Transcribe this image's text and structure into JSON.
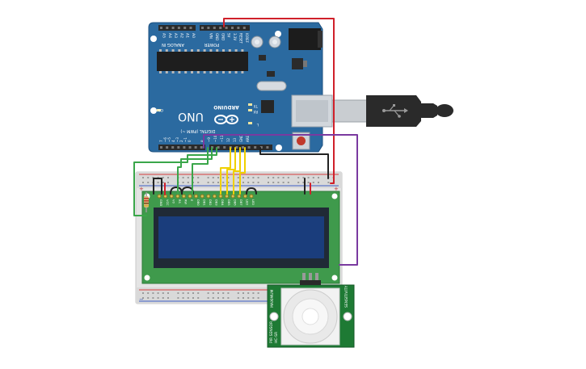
{
  "arduino": {
    "analog_header": "ANALOG IN",
    "analog_pins": [
      "A5",
      "A4",
      "A3",
      "A2",
      "A1",
      "A0"
    ],
    "power_header": "POWER",
    "power_pins": [
      "VIN",
      "GND",
      "GND",
      "5V",
      "3.3V",
      "RESET",
      "IOREF"
    ],
    "on_label": "ON",
    "brand": "ARDUINO",
    "model": "UNO",
    "digital_header": "DIGITAL (PWM ~)",
    "digital_pins": [
      "0",
      "~1",
      "2",
      "~3",
      "4",
      "~5",
      "~6",
      "7",
      "8",
      "~9",
      "~10",
      "~11",
      "12",
      "13",
      "GND",
      "AREF"
    ],
    "leds": [
      "TX",
      "RX",
      "L"
    ],
    "colors": {
      "board": "#2b6aa0",
      "header": "#2a2a2a"
    }
  },
  "lcd": {
    "pin_labels": [
      "GND",
      "VCC",
      "V0",
      "RS",
      "RW",
      "E",
      "DB0",
      "DB1",
      "DB2",
      "DB3",
      "DB4",
      "DB5",
      "DB6",
      "DB7",
      "LED",
      "LED"
    ],
    "colors": {
      "pcb": "#3f9a4c",
      "screen": "#1a3d7c"
    }
  },
  "pir": {
    "left_text": "PIR SENSOR",
    "left_sub": "HC-SR",
    "top_text": "MAXIMUM",
    "right_text": "SENSITIVITY",
    "colors": {
      "pcb": "#1e7a34"
    }
  },
  "wires": {
    "colors": {
      "power": "#d0202a",
      "ground": "#222222",
      "data": "#f0d000",
      "signal_green": "#3aa64a",
      "sensor_purple": "#7a3aa0"
    }
  },
  "breadboard": {
    "plus": "+",
    "minus": "−"
  }
}
